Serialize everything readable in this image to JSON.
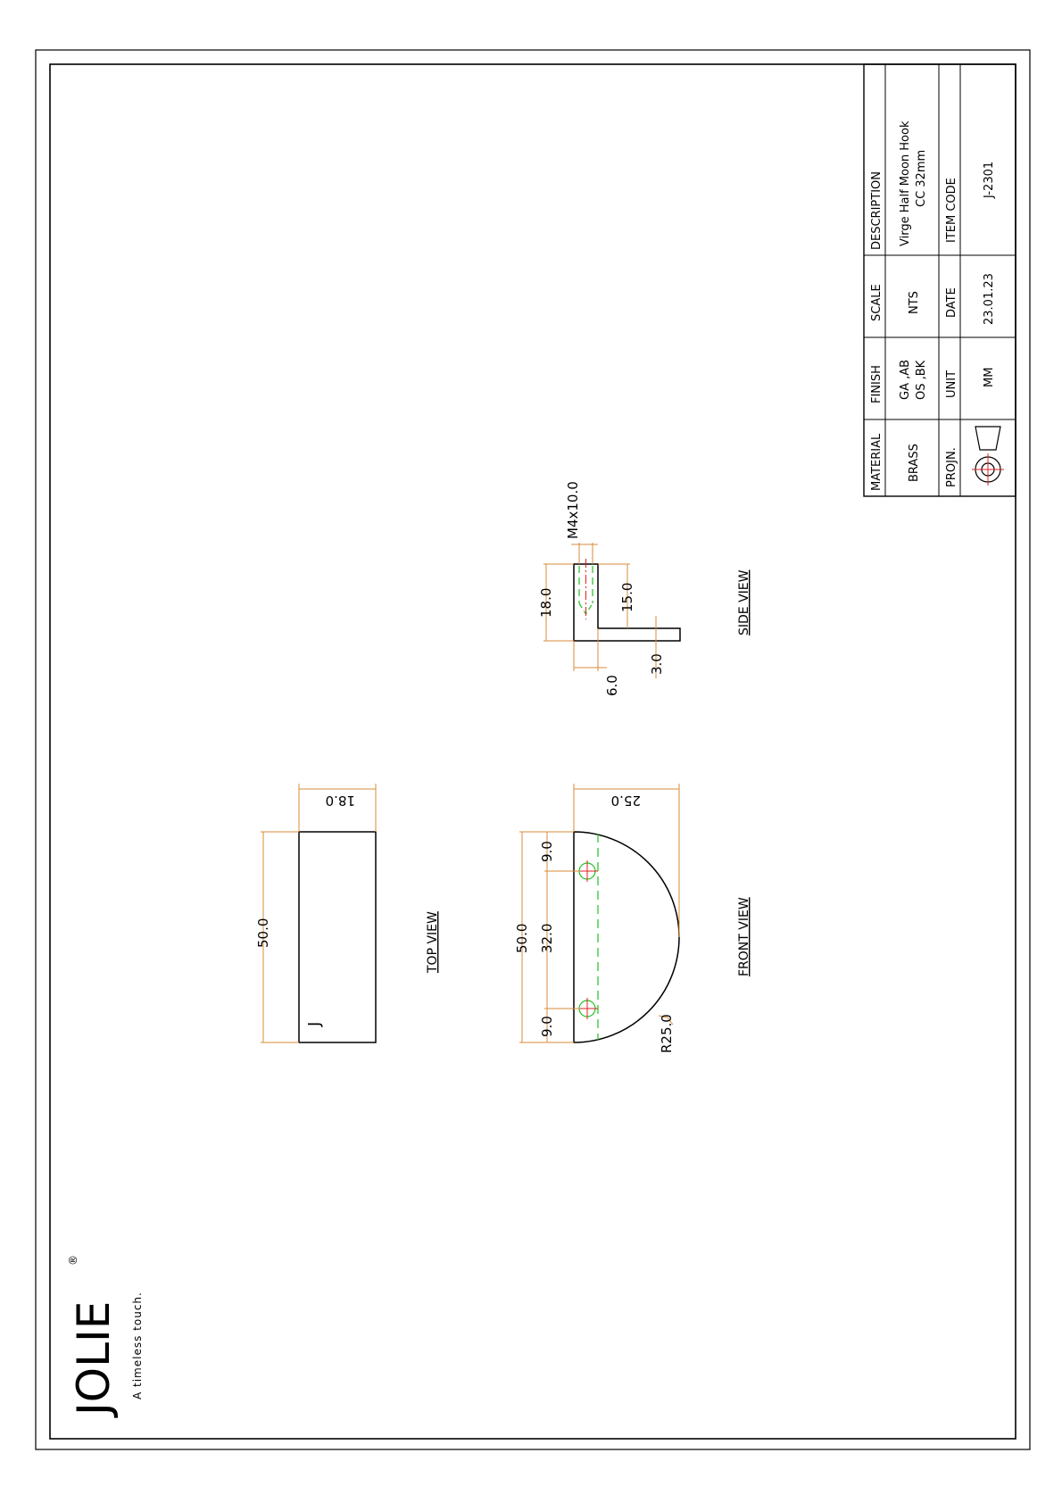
{
  "brand": {
    "name": "JOLIE",
    "registered": "®",
    "tagline": "A timeless touch."
  },
  "views": {
    "top_view": "TOP VIEW",
    "front_view": "FRONT VIEW",
    "side_view": "SIDE VIEW"
  },
  "dimensions": {
    "top_width": "50.0",
    "top_depth": "18.0",
    "front_width": "50.0",
    "front_cc": "32.0",
    "front_edge_left": "9.0",
    "front_edge_right": "9.0",
    "front_height": "25.0",
    "front_radius": "R25.0",
    "side_height": "18.0",
    "side_inner": "15.0",
    "side_thread": "M4x10.0",
    "side_base": "6.0",
    "side_plate": "3.0"
  },
  "title_block": {
    "h_material": "MATERIAL",
    "h_finish": "FINISH",
    "h_scale": "SCALE",
    "h_description": "DESCRIPTION",
    "v_material": "BRASS",
    "v_finish_1": "GA ,AB",
    "v_finish_2": "OS ,BK",
    "v_scale": "NTS",
    "v_description_1": "Virge Half Moon Hook",
    "v_description_2": "CC 32mm",
    "h_projection": "PROJN.",
    "h_unit": "UNIT",
    "h_date": "DATE",
    "h_item_code": "ITEM CODE",
    "v_unit": "MM",
    "v_date": "23.01.23",
    "v_item_code": "J-2301"
  },
  "colors": {
    "outline": "#000000",
    "dimension": "#d98b3a",
    "hidden": "#22c022",
    "center": "#e02020"
  }
}
